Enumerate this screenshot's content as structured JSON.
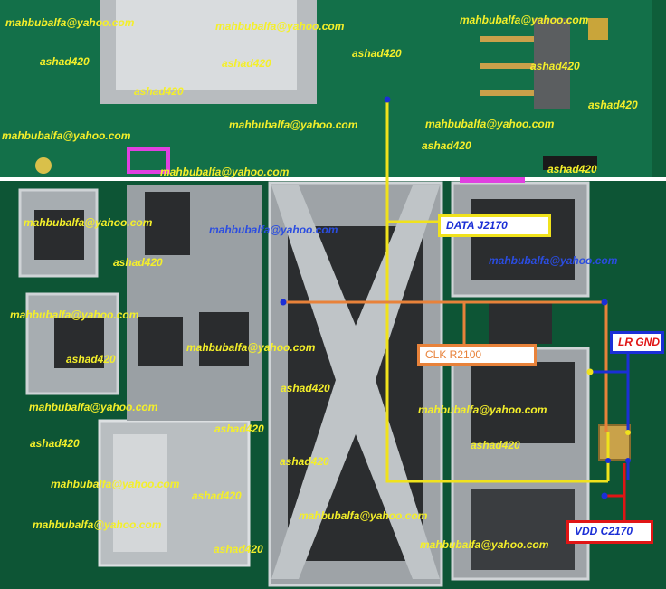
{
  "annotations": {
    "data_label": "DATA J2170",
    "clk_label": "CLK R2100",
    "gnd_label": "LR GND",
    "vdd_label": "VDD C2170"
  },
  "watermarks": {
    "email": "mahbubalfa@yahoo.com",
    "user": "ashad420"
  },
  "colors": {
    "board": "#0f5e3a",
    "data_line": "#f0e21c",
    "clk_line": "#e8823a",
    "gnd_line": "#1b2fd6",
    "vdd_line": "#e01515",
    "highlight": "#e040e0"
  }
}
